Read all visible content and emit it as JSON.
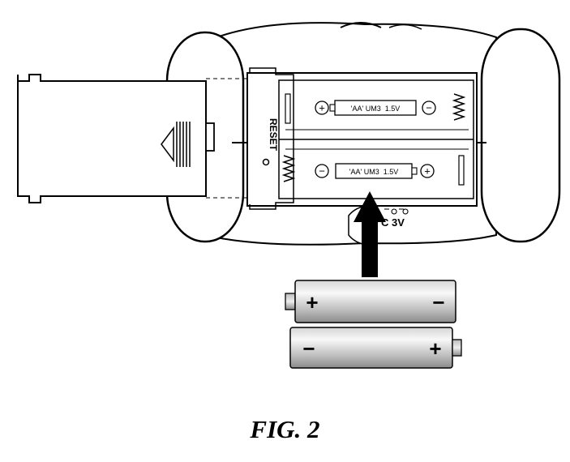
{
  "figure": {
    "caption": "FIG. 2"
  },
  "device": {
    "reset_label": "RESET",
    "dc_label": "C 3V",
    "compartments": [
      {
        "label": "'AA' UM3  1.5V",
        "left_symbol": "+",
        "right_symbol": "−"
      },
      {
        "label": "'AA' UM3  1.5V",
        "left_symbol": "−",
        "right_symbol": "+"
      }
    ]
  },
  "batteries": [
    {
      "left_sign": "+",
      "right_sign": "−"
    },
    {
      "left_sign": "−",
      "right_sign": "+"
    }
  ]
}
